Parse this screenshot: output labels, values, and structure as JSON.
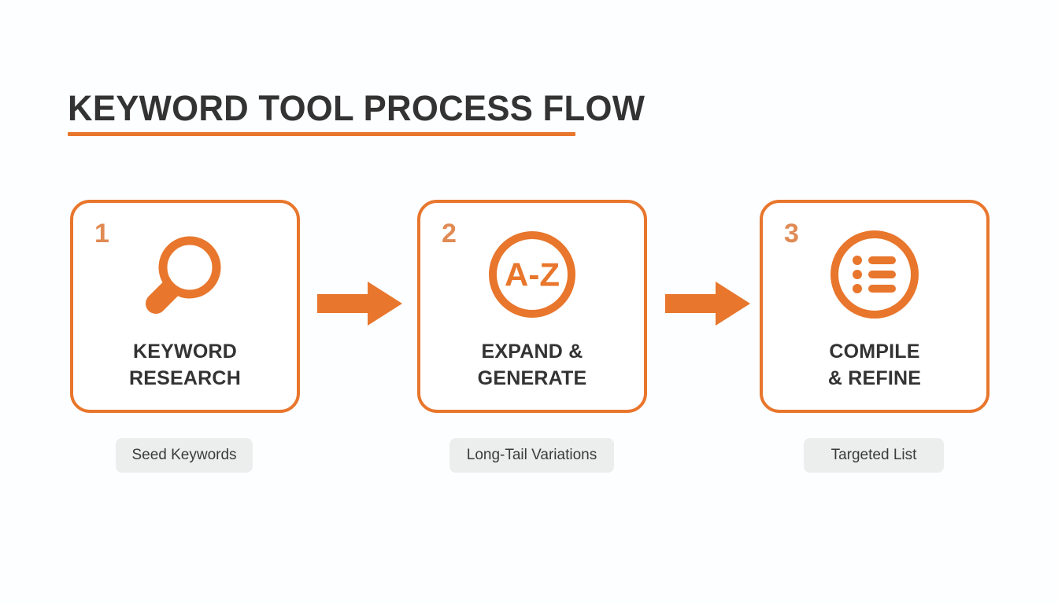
{
  "slide": {
    "background_color": "#fdfeff",
    "accent_color": "#e8762c",
    "text_color": "#333333",
    "pill_background": "#eceded",
    "number_color": "#e08a54"
  },
  "header": {
    "title": "KEYWORD TOOL PROCESS FLOW"
  },
  "flow": {
    "steps": [
      {
        "number": "1",
        "icon": "magnifying-glass-icon",
        "label": "KEYWORD\nRESEARCH",
        "output_label": "Seed Keywords"
      },
      {
        "number": "2",
        "icon": "a-to-z-circle-icon",
        "icon_text": "A-Z",
        "label": "EXPAND &\nGENERATE",
        "output_label": "Long-Tail Variations"
      },
      {
        "number": "3",
        "icon": "bulleted-list-circle-icon",
        "label": "COMPILE\n& REFINE",
        "output_label": "Targeted List"
      }
    ],
    "connectors": [
      {
        "type": "block-arrow-right"
      },
      {
        "type": "block-arrow-right"
      }
    ]
  }
}
